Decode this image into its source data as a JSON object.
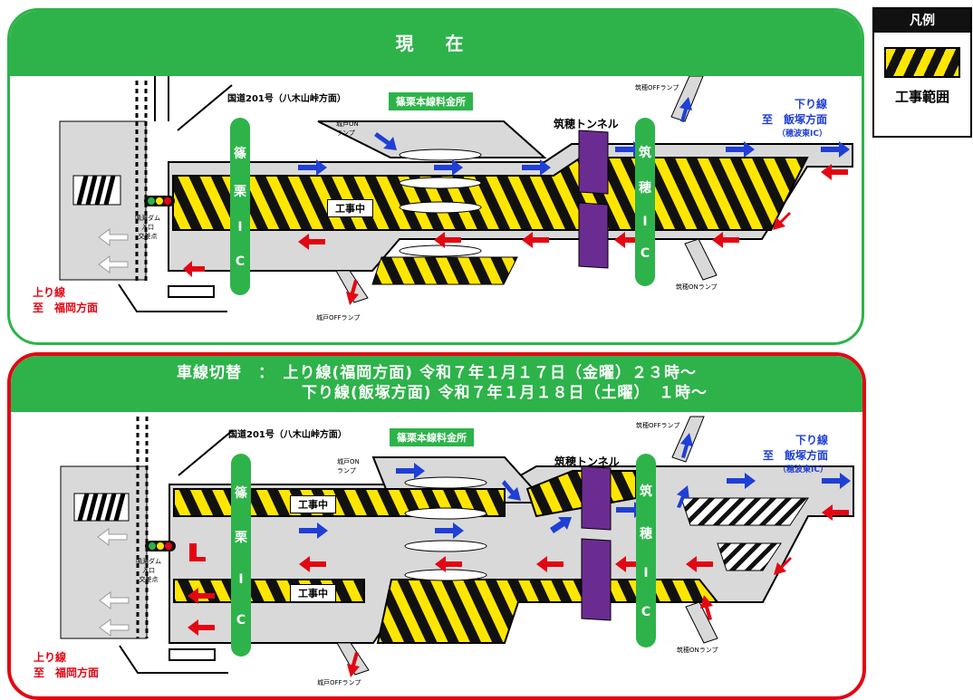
{
  "current": {
    "header": "現 在",
    "route_label": "国道201号（八木山峠方面）",
    "toll_label": "篠栗本線料金所",
    "ic_left": [
      "篠",
      "栗",
      "I",
      "C"
    ],
    "ic_right": [
      "筑",
      "穂",
      "I",
      "C"
    ],
    "tunnel_label": "筑穂トンネル",
    "shirado_on": "城戸ON\nランプ",
    "shirado_off": "城戸OFFランプ",
    "chikuho_off": "筑穂OFFランプ",
    "chikuho_on": "筑穂ONランプ",
    "work_label": "工事中",
    "signal_label": "鳴淵ダム\n入口\n交差点",
    "down_line": [
      "下り線",
      "至　飯塚方面",
      "（穂波東IC）"
    ],
    "up_line": [
      "上り線",
      "至　福岡方面"
    ]
  },
  "switch": {
    "header_line1": "車線切替　：　上り線(福岡方面) 令和７年１月１７日（金曜）２３時～",
    "header_line2": "下り線(飯塚方面) 令和７年１月１８日（土曜）　１時～",
    "route_label": "国道201号（八木山峠方面）",
    "toll_label": "篠栗本線料金所",
    "ic_left": [
      "篠",
      "栗",
      "I",
      "C"
    ],
    "ic_right": [
      "筑",
      "穂",
      "I",
      "C"
    ],
    "tunnel_label": "筑穂トンネル",
    "shirado_on": "城戸ON\nランプ",
    "shirado_off": "城戸OFFランプ",
    "chikuho_off": "筑穂OFFランプ",
    "chikuho_on": "筑穂ONランプ",
    "work_label_1": "工事中",
    "work_label_2": "工事中",
    "signal_label": "鳴淵ダム\n入口\n交差点",
    "down_line": [
      "下り線",
      "至　飯塚方面",
      "（穂波東IC）"
    ],
    "up_line": [
      "上り線",
      "至　福岡方面"
    ]
  },
  "legend": {
    "title": "凡例",
    "label": "工事範囲"
  },
  "colors": {
    "green": "#2db34a",
    "red": "#e30613",
    "blue": "#1f3fd6",
    "yellow": "#ffe600",
    "tunnel": "#6b2c91"
  }
}
